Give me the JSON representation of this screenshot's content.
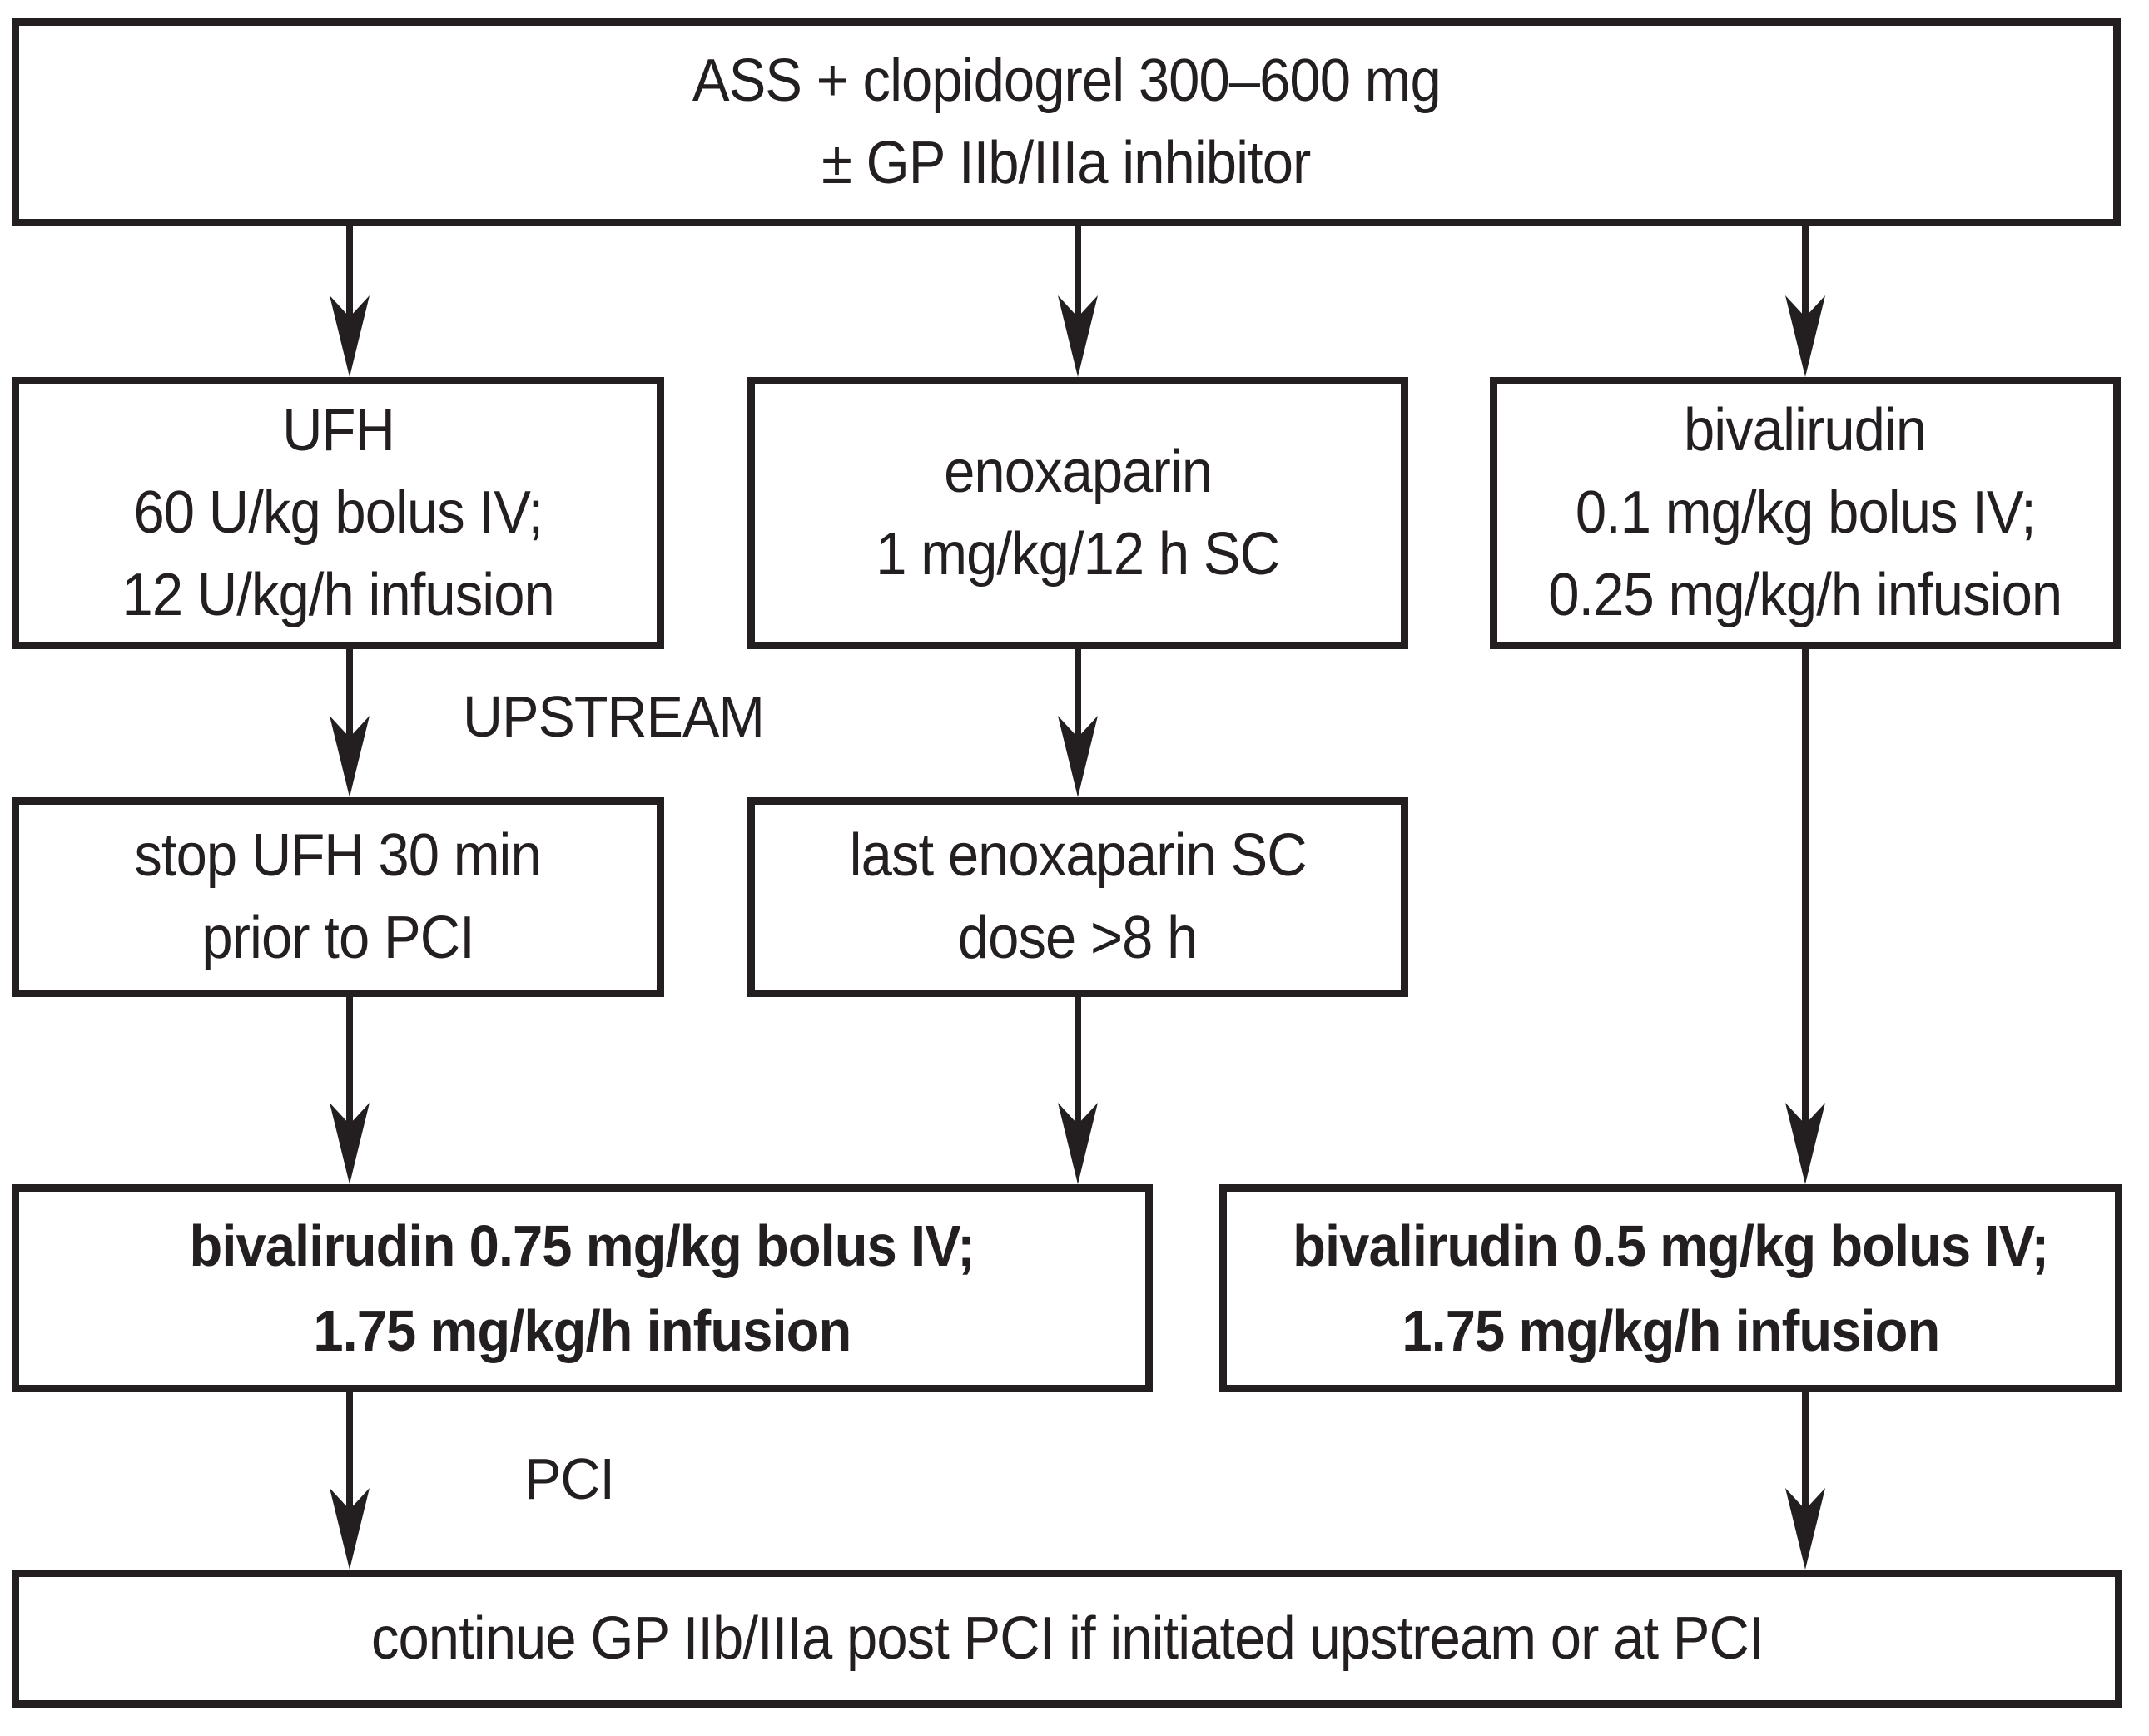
{
  "colors": {
    "ink": "#231f20",
    "background": "#ffffff"
  },
  "nodes": {
    "initial_therapy": {
      "lines": [
        "ASS + clopidogrel 300–600 mg",
        "± GP IIb/IIIa inhibitor"
      ]
    },
    "ufh": {
      "lines": [
        "UFH",
        "60 U/kg bolus IV;",
        "12 U/kg/h infusion"
      ]
    },
    "enoxaparin": {
      "lines": [
        "enoxaparin",
        "1 mg/kg/12 h SC"
      ]
    },
    "bivalirudin": {
      "lines": [
        "bivalirudin",
        "0.1 mg/kg bolus IV;",
        "0.25 mg/kg/h infusion"
      ]
    },
    "stop_ufh": {
      "lines": [
        "stop UFH 30 min",
        "prior to PCI"
      ]
    },
    "last_enoxaparin": {
      "lines": [
        "last enoxaparin SC",
        "dose >8 h"
      ]
    },
    "bivalirudin_075": {
      "emphasis": "bold",
      "lines": [
        "bivalirudin 0.75 mg/kg bolus IV;",
        "1.75 mg/kg/h infusion"
      ]
    },
    "bivalirudin_05": {
      "emphasis": "bold",
      "lines": [
        "bivalirudin 0.5 mg/kg bolus IV;",
        "1.75 mg/kg/h infusion"
      ]
    },
    "continue_gp": {
      "lines": [
        "continue GP IIb/IIIa post PCI if initiated upstream or at PCI"
      ]
    }
  },
  "labels": {
    "upstream": "UPSTREAM",
    "pci": "PCI"
  }
}
